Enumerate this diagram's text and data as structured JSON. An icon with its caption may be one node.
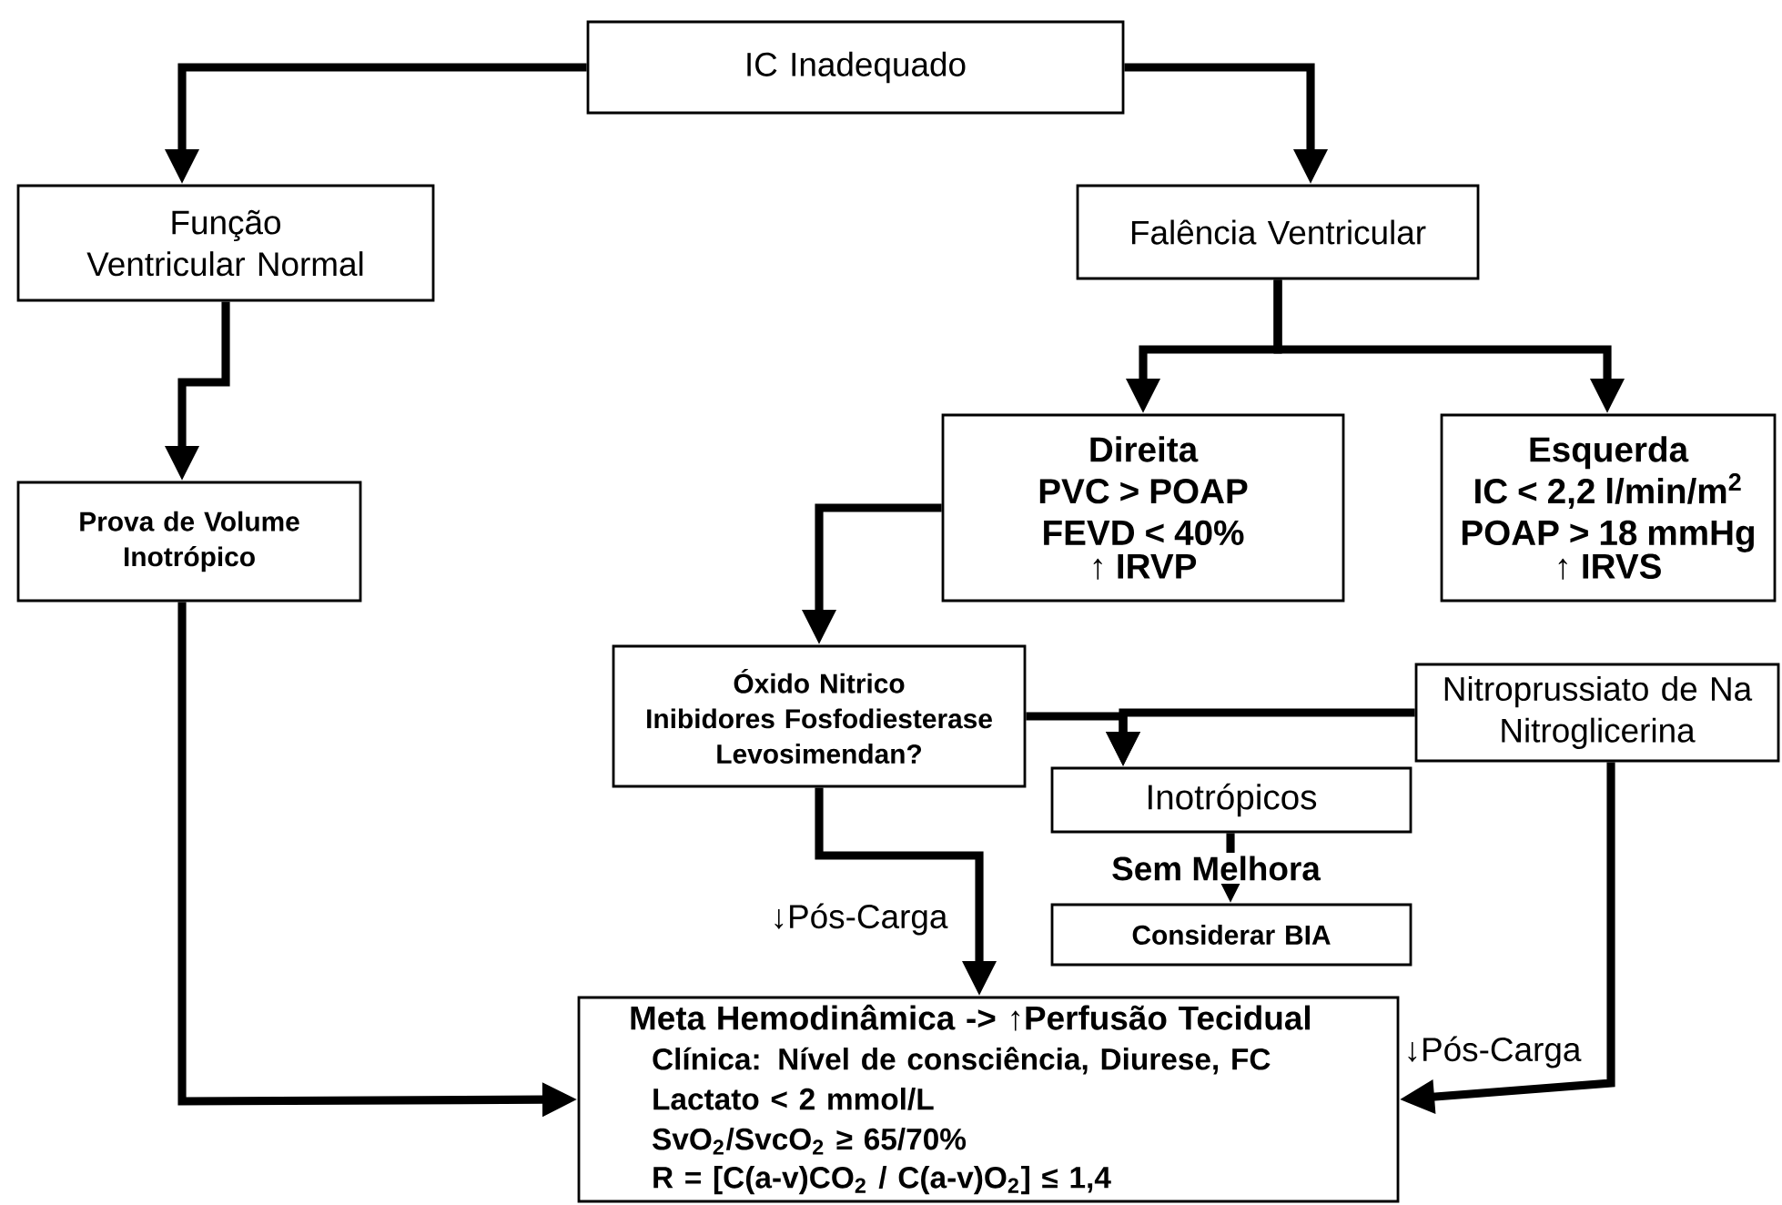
{
  "diagram": {
    "nodes": [
      {
        "text": [
          "IC Inadequado"
        ]
      },
      {
        "text": [
          "Função Ventricular Normal"
        ]
      },
      {
        "text": [
          "Falência Ventricular"
        ]
      },
      {
        "text": [
          "Direita",
          "PVC > POAP",
          "FEVD < 40%",
          "↑ IRVP"
        ]
      },
      {
        "text": [
          "Esquerda",
          "IC < 2,2 l/min/m$^{2}$",
          "POAP > 18 mmHg",
          "↑ IRVS"
        ]
      },
      {
        "text": [
          "Prova de Volume Inotrópico"
        ]
      },
      {
        "text": [
          "Óxido Nitrico",
          "Inibidores Fosfodiesterase",
          "Levosimendan?"
        ]
      },
      {
        "text": [
          "Nitroprussiato de Na",
          "Nitroglicerina"
        ]
      },
      {
        "text": [
          "Inotrópicos"
        ]
      },
      {
        "text": [
          "Considerar BIA"
        ]
      },
      {
        "text": [
          "Meta Hemodinâmica -> ↑Perfusão Tecidual",
          "Clínica: Nível de consciência, Diurese, FC",
          "Lactato < 2 mmol/L",
          "SvO$_{2}$/SvcO$_{2}$ ≥ 65/70%",
          "R = [C(a-v)CO$_{2}$ / C(a-v)O$_{2}$] ≤ 1,4"
        ]
      }
    ],
    "edges": [
      {
        "from": 0,
        "to": 1,
        "arrow": "to"
      },
      {
        "from": 0,
        "to": 2,
        "arrow": "to"
      },
      {
        "from": 1,
        "to": 5,
        "arrow": "to"
      },
      {
        "from": 2,
        "to": 3,
        "arrow": "to"
      },
      {
        "from": 2,
        "to": 4,
        "arrow": "to"
      },
      {
        "from": 3,
        "to": 6,
        "arrow": "to"
      },
      {
        "from": 6,
        "to": 8,
        "arrow": "to"
      },
      {
        "from": 7,
        "to": 8,
        "arrow": "to"
      },
      {
        "from": 8,
        "to": 9,
        "arrow": "to",
        "label": "Sem Melhora"
      },
      {
        "from": 6,
        "to": 10,
        "arrow": "to",
        "label": "↓Pós-Carga"
      },
      {
        "from": 7,
        "to": 10,
        "arrow": "to",
        "label": "↓Pós-Carga"
      },
      {
        "from": 5,
        "to": 10,
        "arrow": "to"
      }
    ]
  }
}
